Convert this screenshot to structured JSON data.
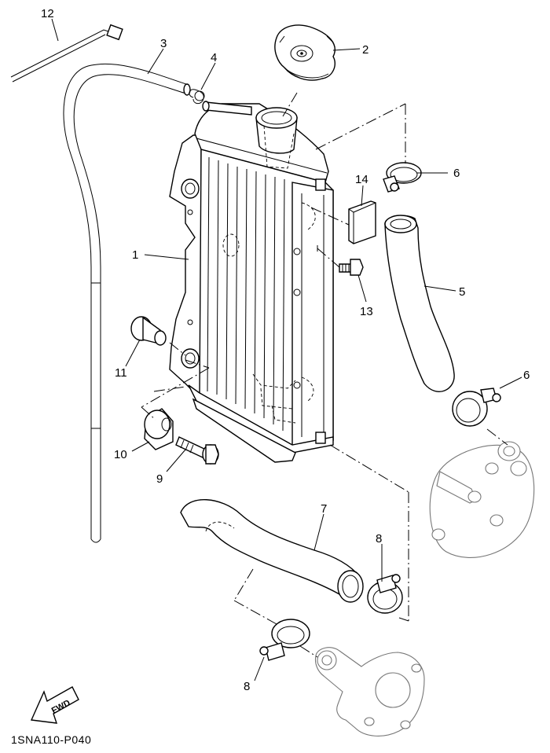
{
  "diagram": {
    "callouts": {
      "c1": "1",
      "c2": "2",
      "c3": "3",
      "c4": "4",
      "c5": "5",
      "c6a": "6",
      "c6b": "6",
      "c7": "7",
      "c8a": "8",
      "c8b": "8",
      "c9": "9",
      "c10": "10",
      "c11": "11",
      "c12": "12",
      "c13": "13",
      "c14": "14"
    },
    "fwd_label": "FWD",
    "diagram_code": "1SNA110-P040"
  }
}
